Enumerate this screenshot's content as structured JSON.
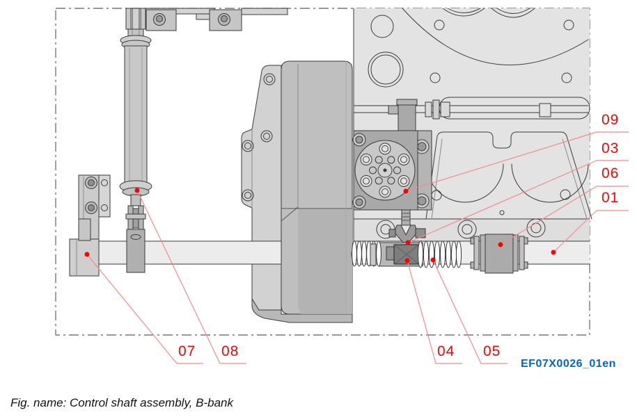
{
  "figure": {
    "code": "EF07X0026_01en",
    "caption": "Fig. name: Control shaft assembly, B-bank"
  },
  "callouts": {
    "right": [
      {
        "number": "09"
      },
      {
        "number": "03"
      },
      {
        "number": "06"
      },
      {
        "number": "01"
      }
    ],
    "bottom": [
      {
        "number": "07"
      },
      {
        "number": "08"
      },
      {
        "number": "04"
      },
      {
        "number": "05"
      }
    ]
  },
  "colors": {
    "callout_red": "#ff0000",
    "leader_red": "#f28b8b",
    "code_blue": "#0066cc",
    "line_dark": "#3a3a3a"
  }
}
